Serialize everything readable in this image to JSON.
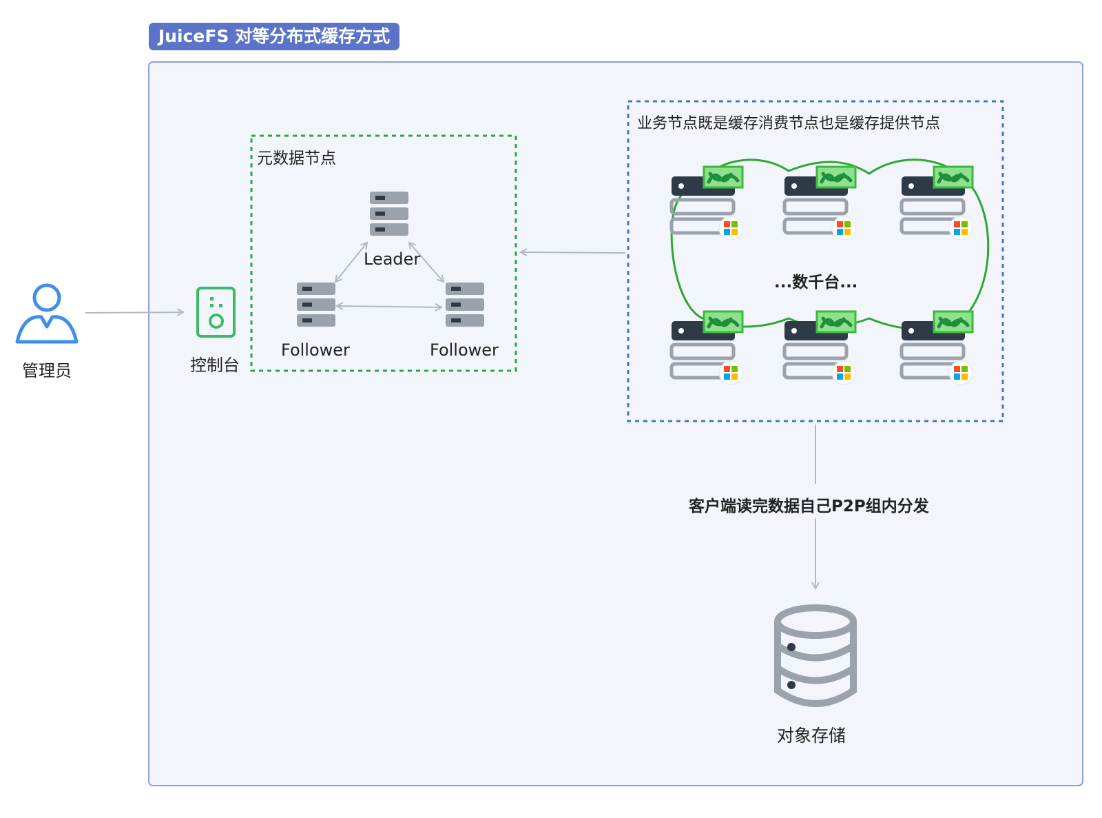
{
  "title": "JuiceFS 对等分布式缓存方式",
  "admin": {
    "label": "管理员"
  },
  "console": {
    "label": "控制台"
  },
  "metadata_group": {
    "label": "元数据节点",
    "leader": "Leader",
    "followers": [
      "Follower",
      "Follower"
    ]
  },
  "business_group": {
    "label": "业务节点既是缓存消费节点也是缓存提供节点",
    "center_text": "...数千台..."
  },
  "flow_label": "客户端读完数据自己P2P组内分发",
  "storage": {
    "label": "对象存储"
  },
  "colors": {
    "title_bg": "#5b74c9",
    "panel_bg": "#f2f5fc",
    "panel_border": "#8ea0d6",
    "green": "#2ea82e",
    "blue_dash": "#4f6fc6",
    "person": "#3f8fea",
    "console_green": "#3cba6a",
    "server_gray": "#9aa2ab",
    "server_dark": "#2f3a48"
  }
}
